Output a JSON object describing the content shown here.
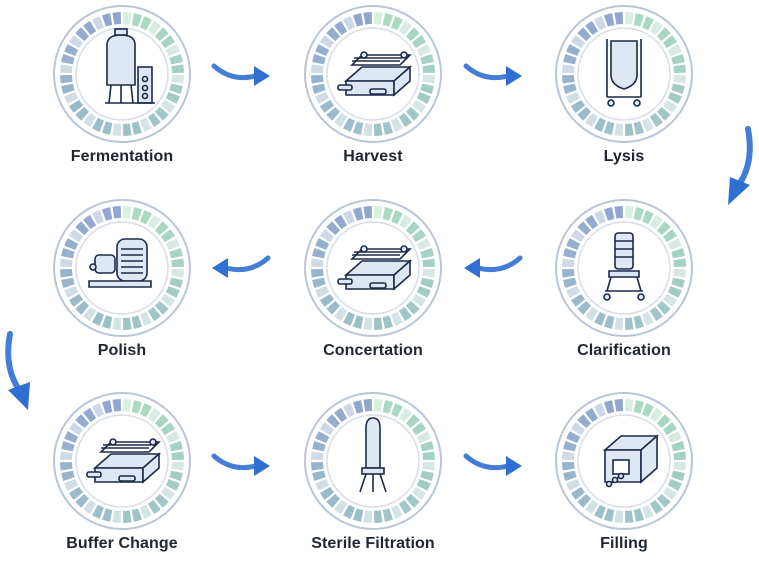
{
  "steps": [
    {
      "label": "Fermentation",
      "icon": "fermenter-tank-icon"
    },
    {
      "label": "Harvest",
      "icon": "filtration-cassette-icon"
    },
    {
      "label": "Lysis",
      "icon": "mixing-bag-cart-icon"
    },
    {
      "label": "Clarification",
      "icon": "depth-filter-cart-icon"
    },
    {
      "label": "Concertation",
      "icon": "filtration-cassette-icon"
    },
    {
      "label": "Polish",
      "icon": "chromatography-system-icon"
    },
    {
      "label": "Buffer Change",
      "icon": "filtration-cassette-icon"
    },
    {
      "label": "Sterile Filtration",
      "icon": "capsule-filter-icon"
    },
    {
      "label": "Filling",
      "icon": "filling-isolator-icon"
    }
  ],
  "colors": {
    "ring_green": "#8fd0ad",
    "ring_blue": "#6b86c0",
    "ring_outline": "#b9c6d6",
    "arrow": "#2f6fd1",
    "icon_stroke": "#1b2a4a",
    "icon_fill": "#dfe7f4"
  }
}
